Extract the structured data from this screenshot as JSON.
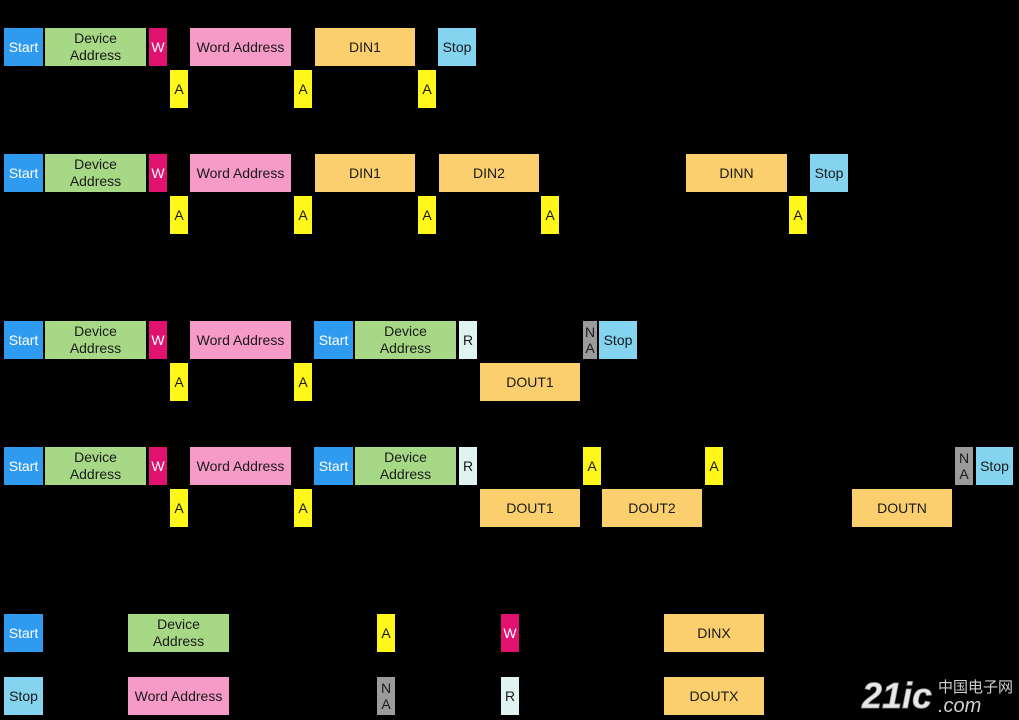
{
  "labels": {
    "start": "Start",
    "device_line1": "Device",
    "device_line2": "Address",
    "w": "W",
    "word": "Word Address",
    "din1": "DIN1",
    "din2": "DIN2",
    "dinn": "DINN",
    "stop": "Stop",
    "a": "A",
    "r": "R",
    "na_line1": "N",
    "na_line2": "A",
    "dout1": "DOUT1",
    "dout2": "DOUT2",
    "doutn": "DOUTN",
    "dinx": "DINX",
    "doutx": "DOUTX"
  },
  "watermark": {
    "main": "21ic",
    "suffix": ".com",
    "chinese": "中国电子网"
  },
  "colors": {
    "start": "#2e9bf0",
    "device": "#a6d885",
    "w": "#e0116f",
    "word": "#f69ac8",
    "data": "#fbcf6d",
    "stop": "#84d3ef",
    "ack": "#fff61a",
    "read": "#dff3f1",
    "nack": "#9b9b9b"
  }
}
